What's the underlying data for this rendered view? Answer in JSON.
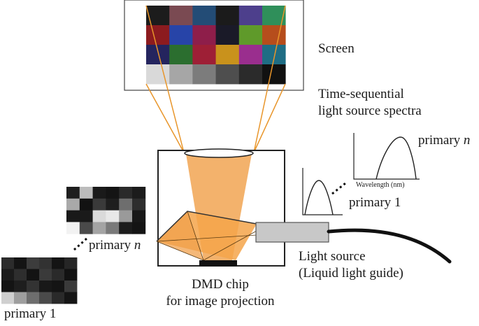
{
  "colors": {
    "projection": "#f0a04c",
    "projection_line": "#e8952a",
    "cone_fill": "#f3b26c",
    "prism_fill": "#f5a54a",
    "frame": "#222222",
    "guide_box": "#c8c8c8"
  },
  "screen_grid": [
    [
      "#1c1c1c",
      "#7a4a52",
      "#234c76",
      "#1b1b1b",
      "#4d3f8c",
      "#2f8f5a"
    ],
    [
      "#8c1b1f",
      "#2744a8",
      "#8e1e4a",
      "#1a1a28",
      "#5f9a2a",
      "#b64d1c"
    ],
    [
      "#24245e",
      "#2b6e2f",
      "#9e1f36",
      "#c9921c",
      "#9a2e8e",
      "#1f6d84"
    ],
    [
      "#d9d9d9",
      "#a6a6a6",
      "#7c7c7c",
      "#4e4e4e",
      "#2b2b2b",
      "#111111"
    ]
  ],
  "primary_n_grid": [
    [
      "#1e1e1e",
      "#bcbcbc",
      "#1a1a1a",
      "#141414",
      "#2a2a2a",
      "#1c1c1c"
    ],
    [
      "#a9a9a9",
      "#121212",
      "#3a3a3a",
      "#1e1e1e",
      "#6e6e6e",
      "#2e2e2e"
    ],
    [
      "#191919",
      "#1a1a1a",
      "#dadada",
      "#e8e8e8",
      "#9a9a9a",
      "#181818"
    ],
    [
      "#f2f2f2",
      "#4a4a4a",
      "#a4a4a4",
      "#7a7a7a",
      "#1c1c1c",
      "#141414"
    ]
  ],
  "primary_1_grid": [
    [
      "#2c2c2c",
      "#141414",
      "#3c3c3c",
      "#323232",
      "#141414",
      "#262626"
    ],
    [
      "#1b1b1b",
      "#2e2e2e",
      "#131313",
      "#3a3a3a",
      "#2a2a2a",
      "#121212"
    ],
    [
      "#141414",
      "#1e1e1e",
      "#333333",
      "#181818",
      "#141414",
      "#3a3a3a"
    ],
    [
      "#cfcfcf",
      "#9e9e9e",
      "#6e6e6e",
      "#4a4a4a",
      "#2a2a2a",
      "#151515"
    ]
  ],
  "labels": {
    "screen": "Screen",
    "spectra_line1": "Time-sequential",
    "spectra_line2": "light source spectra",
    "primary_n_spectrum": "primary",
    "primary_n_spectrum_var": "n",
    "wavelength_axis": "Wavelength (nm)",
    "primary_1_spectrum": "primary 1",
    "primary_n_image": "primary",
    "primary_n_image_var": "n",
    "primary_1_image": "primary 1",
    "light_source_line1": "Light source",
    "light_source_line2": "(Liquid light guide)",
    "dmd_line1": "DMD chip",
    "dmd_line2": "for image projection"
  }
}
